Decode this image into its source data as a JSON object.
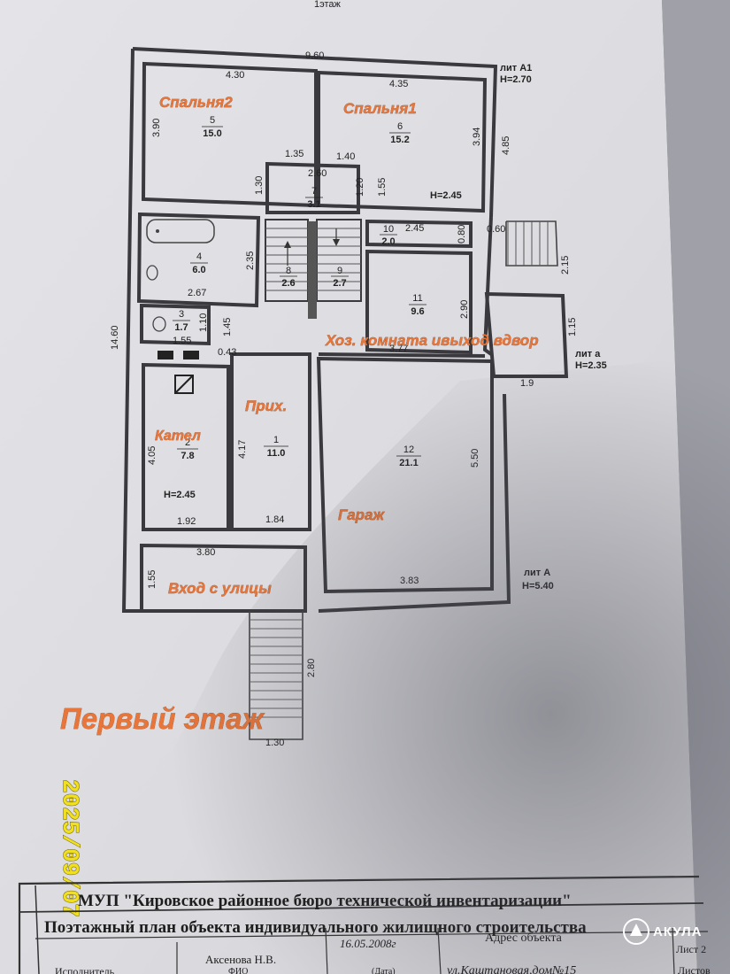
{
  "header_top": "1этаж",
  "floor_title": "Первый этаж",
  "rooms": [
    {
      "num": "5",
      "area": "15.0",
      "name": "Спальня2"
    },
    {
      "num": "6",
      "area": "15.2",
      "name": "Спальня1"
    },
    {
      "num": "7",
      "area": "3.1"
    },
    {
      "num": "4",
      "area": "6.0"
    },
    {
      "num": "8",
      "area": "2.6"
    },
    {
      "num": "9",
      "area": "2.7"
    },
    {
      "num": "10",
      "area": "2.0"
    },
    {
      "num": "11",
      "area": "9.6",
      "name": "Хоз. комната ивыход вдвор"
    },
    {
      "num": "3",
      "area": "1.7"
    },
    {
      "num": "2",
      "area": "7.8",
      "name": "Кател"
    },
    {
      "num": "1",
      "area": "11.0",
      "name": "Прих."
    },
    {
      "num": "12",
      "area": "21.1",
      "name": "Гараж"
    }
  ],
  "extra_labels": {
    "entrance": "Вход с улицы"
  },
  "dimensions": {
    "top_total": "9.60",
    "r5_top": "4.30",
    "r6_top": "4.35",
    "left_total": "14.60",
    "r5_left": "3.90",
    "r6_right": "3.94",
    "right_upper": "4.85",
    "d135": "1.35",
    "d140": "1.40",
    "d260": "2.60",
    "d130": "1.30",
    "d120": "1.20",
    "d155": "1.55",
    "d245": "2.45",
    "d080": "0.80",
    "d060": "0.60",
    "d215": "2.15",
    "d235": "2.35",
    "d267": "2.67",
    "d290": "2.90",
    "d110": "1.10",
    "d145": "1.45",
    "d155b": "1.55",
    "d043": "0.43",
    "d377": "3.77",
    "d115": "1.15",
    "d19": "1.9",
    "d405": "4.05",
    "d417": "4.17",
    "d550": "5.50",
    "d192": "1.92",
    "d184": "1.84",
    "d380": "3.80",
    "d155c": "1.55",
    "d383": "3.83",
    "d280": "2.80",
    "d130b": "1.30"
  },
  "heights": {
    "r6": "H=2.45",
    "r2": "H=2.45",
    "litA1_name": "лит А1",
    "litA1_h": "H=2.70",
    "lita_name": "лит а",
    "lita_h": "H=2.35",
    "litA_name": "лит А",
    "litA_h": "H=5.40"
  },
  "date_stamp": "2025/09/07",
  "title_block": {
    "org": "МУП \"Кировское районное бюро технической инвентаризации\"",
    "doc": "Поэтажный план объекта индивидуального жилищного строительства",
    "date": "16.05.2008г",
    "address_label": "Адрес объекта",
    "person": "Аксенова Н.В.",
    "fio": "ФИО",
    "date_label": "(Дата)",
    "address": "ул.Каштановая,дом№15",
    "sheet": "Лист 2",
    "sheets": "Листов",
    "executor": "Исполнитель"
  },
  "watermark": "АКУЛА",
  "colors": {
    "label_orange": "#e8763a",
    "stamp_yellow": "#f0e020",
    "paper": "#d9d9dc",
    "wall": "#3a3a3e"
  }
}
